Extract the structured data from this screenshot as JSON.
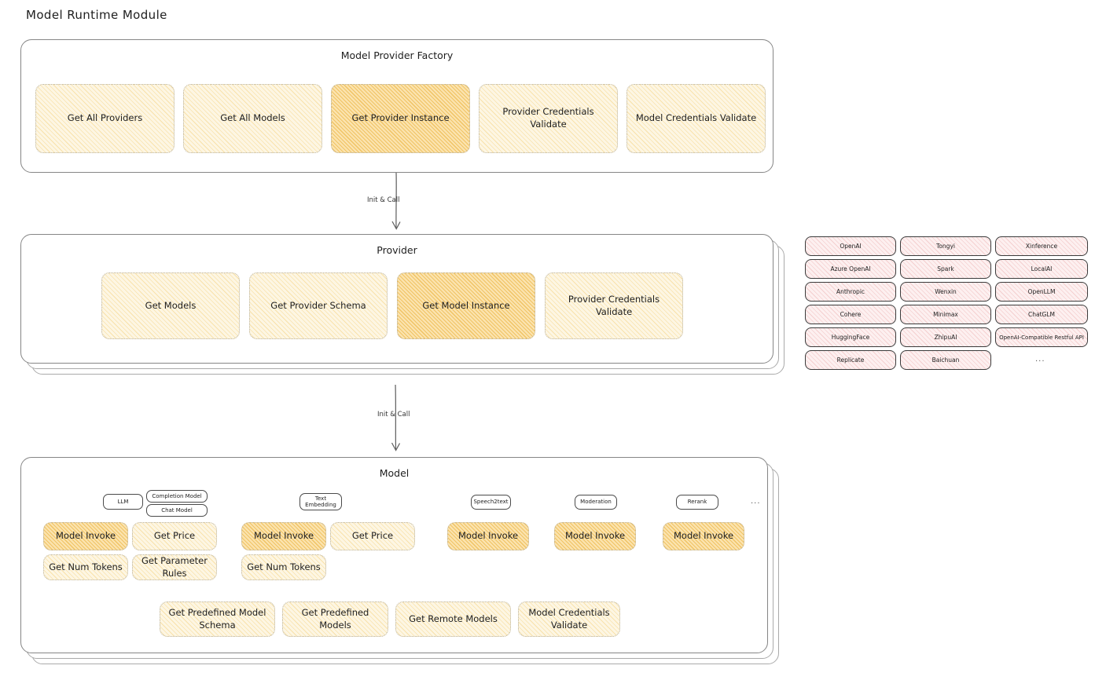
{
  "page": {
    "title": "Model Runtime Module"
  },
  "factory": {
    "title": "Model Provider Factory",
    "cards": [
      {
        "label": "Get All Providers",
        "highlight": false
      },
      {
        "label": "Get All Models",
        "highlight": false
      },
      {
        "label": "Get Provider Instance",
        "highlight": true
      },
      {
        "label": "Provider Credentials Validate",
        "highlight": false
      },
      {
        "label": "Model Credentials Validate",
        "highlight": false
      }
    ]
  },
  "arrows": [
    {
      "label": "Init & Call"
    },
    {
      "label": "Init & Call"
    }
  ],
  "provider": {
    "title": "Provider",
    "cards": [
      {
        "label": "Get Models",
        "highlight": false
      },
      {
        "label": "Get Provider Schema",
        "highlight": false
      },
      {
        "label": "Get Model Instance",
        "highlight": true
      },
      {
        "label": "Provider Credentials Validate",
        "highlight": false
      }
    ]
  },
  "provider_list": {
    "columns": [
      [
        "OpenAI",
        "Azure OpenAI",
        "Anthropic",
        "Cohere",
        "HuggingFace",
        "Replicate"
      ],
      [
        "Tongyi",
        "Spark",
        "Wenxin",
        "Minimax",
        "ZhipuAI",
        "Baichuan"
      ],
      [
        "Xinference",
        "LocalAI",
        "OpenLLM",
        "ChatGLM",
        "OpenAI-Compatible Restful API"
      ]
    ],
    "more": "..."
  },
  "model": {
    "title": "Model",
    "more": "...",
    "groups": [
      {
        "chip": "LLM",
        "sub_chips": [
          "Completion Model",
          "Chat Model"
        ],
        "cards": [
          {
            "label": "Model Invoke",
            "highlight": true
          },
          {
            "label": "Get Price",
            "highlight": false
          },
          {
            "label": "Get Num Tokens",
            "highlight": false
          },
          {
            "label": "Get Parameter Rules",
            "highlight": false
          }
        ]
      },
      {
        "chip": "Text Embedding",
        "sub_chips": [],
        "cards": [
          {
            "label": "Model Invoke",
            "highlight": true
          },
          {
            "label": "Get Price",
            "highlight": false
          },
          {
            "label": "Get Num Tokens",
            "highlight": false
          }
        ]
      },
      {
        "chip": "Speech2text",
        "sub_chips": [],
        "cards": [
          {
            "label": "Model Invoke",
            "highlight": true
          }
        ]
      },
      {
        "chip": "Moderation",
        "sub_chips": [],
        "cards": [
          {
            "label": "Model Invoke",
            "highlight": true
          }
        ]
      },
      {
        "chip": "Rerank",
        "sub_chips": [],
        "cards": [
          {
            "label": "Model Invoke",
            "highlight": true
          }
        ]
      }
    ],
    "common_cards": [
      {
        "label": "Get Predefined Model Schema"
      },
      {
        "label": "Get Predefined Models"
      },
      {
        "label": "Get Remote Models"
      },
      {
        "label": "Model Credentials Validate"
      }
    ]
  },
  "colors": {
    "highlight_fill": "#fbe3ae",
    "card_fill": "#fdf6e3",
    "provider_fill": "#fdf0f0",
    "chip_fill": "#e8f2fb",
    "stroke": "#868686"
  }
}
